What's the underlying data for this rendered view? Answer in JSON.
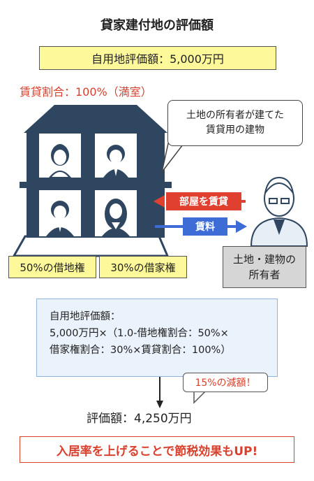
{
  "title": "貸家建付地の評価額",
  "land_value": "自用地評価額：5,000万円",
  "occupancy_rate": "賃貸割合：100%（満室）",
  "speech": {
    "line1": "土地の所有者が建てた",
    "line2": "賃貸用の建物"
  },
  "rent_room": "部屋を賃貸",
  "rent_payment": "賃料",
  "leasehold": "50%の借地権",
  "tenancy": "30%の借家権",
  "owner": {
    "line1": "土地・建物の",
    "line2": "所有者"
  },
  "calc": {
    "line1": "自用地評価額：",
    "line2": "5,000万円×（1.0-借地権割合：50%×",
    "line3": "借家権割合：30%×賃貸割合：100%）"
  },
  "reduction": "15%の減額！",
  "result": "評価額：4,250万円",
  "banner": "入居率を上げることで節税効果もUP!",
  "colors": {
    "accent_red": "#e0402f",
    "accent_blue": "#3d6cd6",
    "building": "#2f4660",
    "highlight_yellow": "#fdf99a"
  },
  "icons": [
    "building-icon",
    "tenant-woman-icon",
    "tenant-man-icon",
    "landlord-icon",
    "arrow-left-icon",
    "arrow-right-icon",
    "arrow-down-icon"
  ]
}
